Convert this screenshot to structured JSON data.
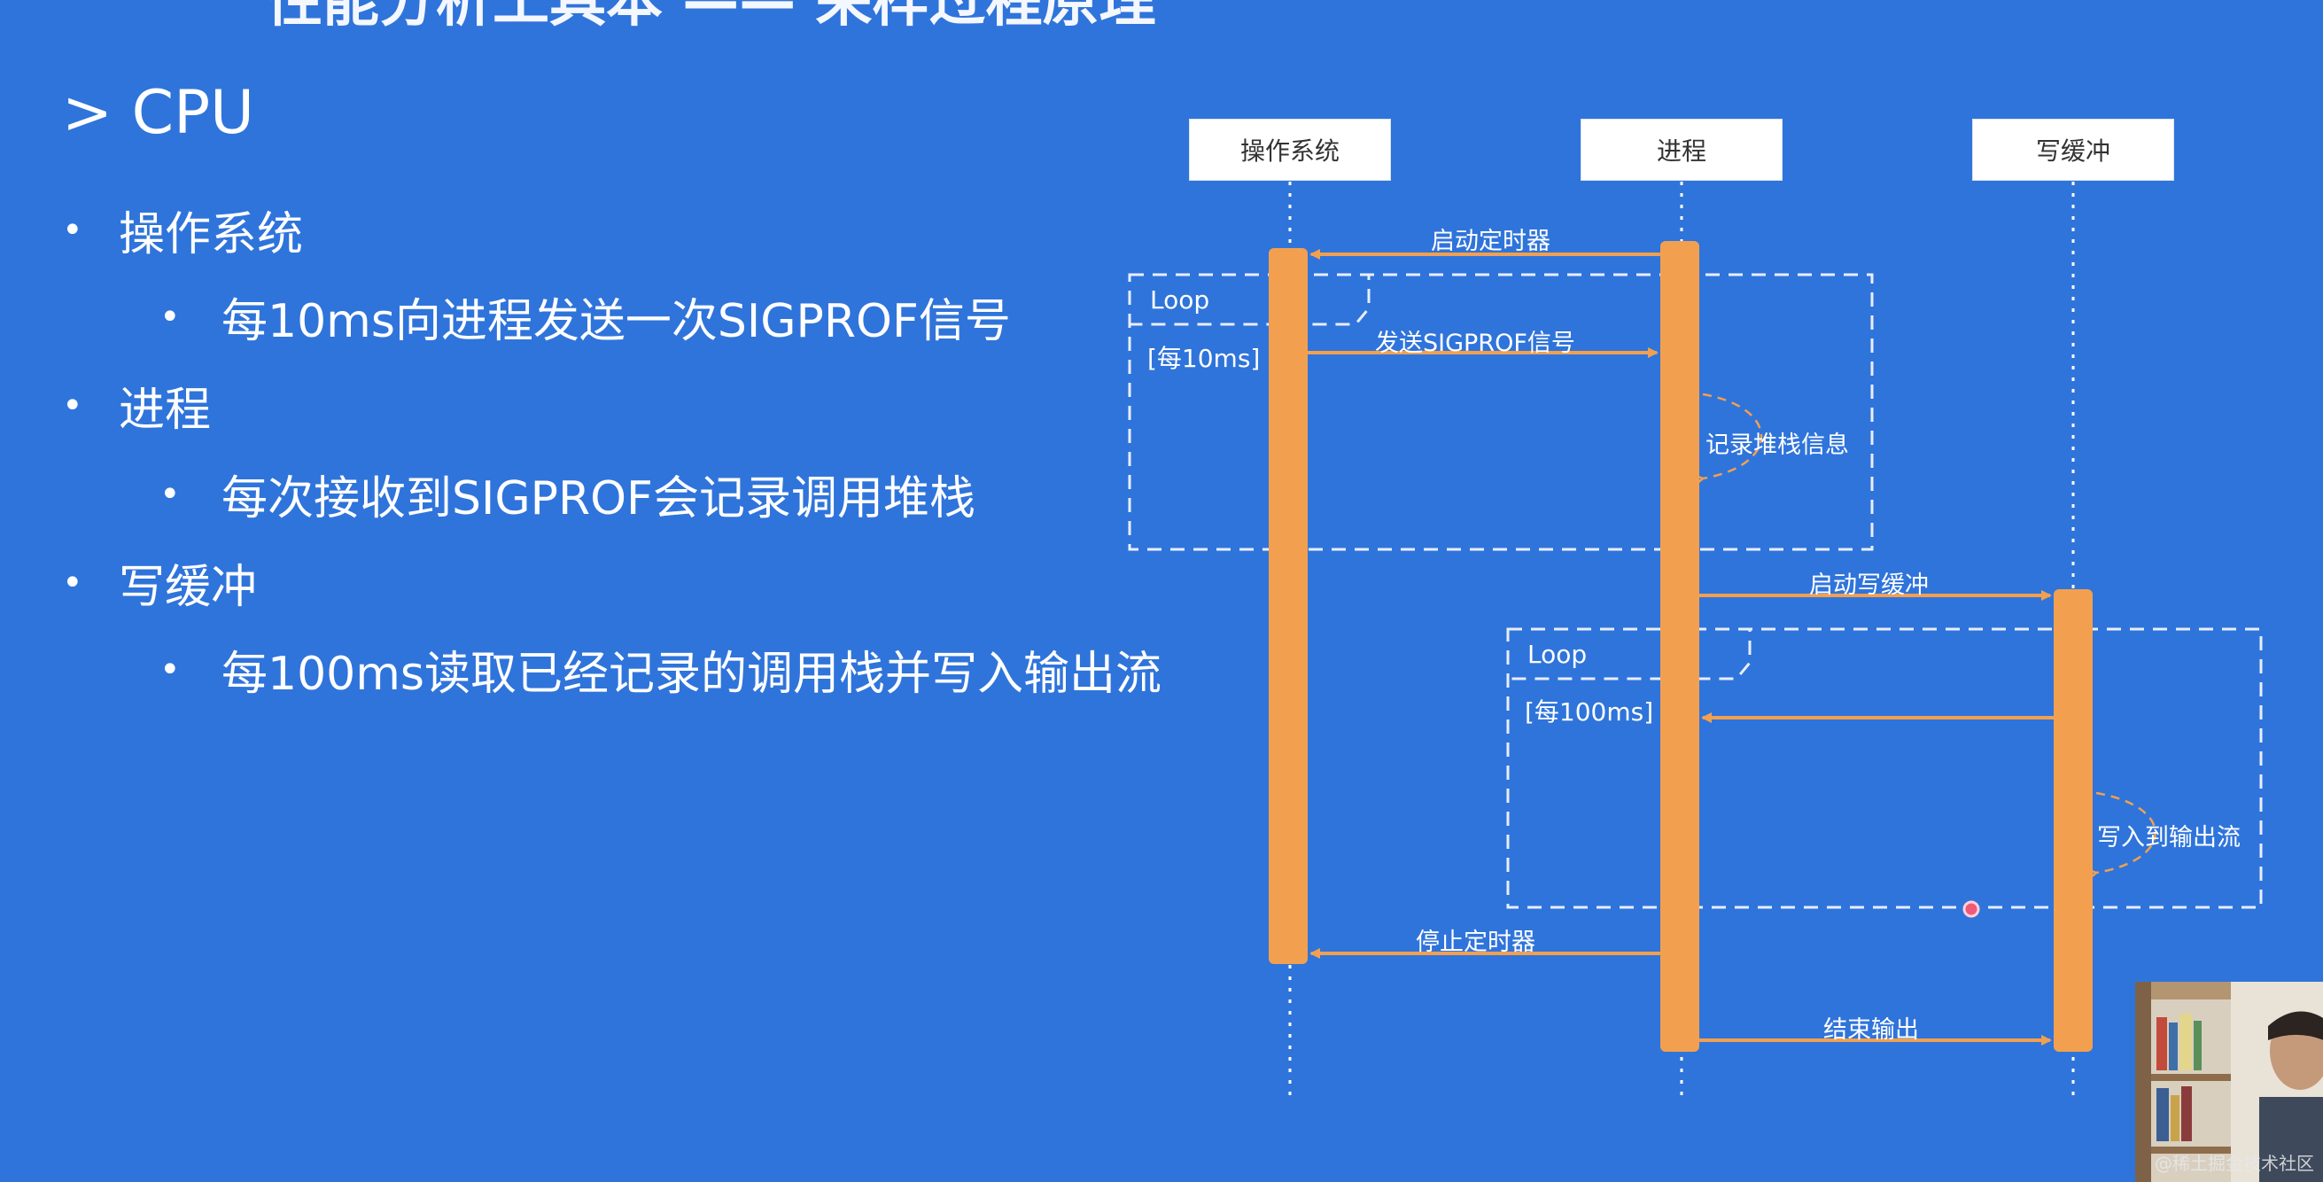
{
  "slide": {
    "title_fragment": "性能分析工具本 —— 采样过程原理",
    "section_heading": "> CPU"
  },
  "bullets": [
    {
      "level": 1,
      "text": "操作系统"
    },
    {
      "level": 2,
      "text": "每10ms向进程发送一次SIGPROF信号"
    },
    {
      "level": 1,
      "text": "进程"
    },
    {
      "level": 2,
      "text": "每次接收到SIGPROF会记录调用堆栈"
    },
    {
      "level": 1,
      "text": "写缓冲"
    },
    {
      "level": 2,
      "text": "每100ms读取已经记录的调用栈并写入输出流"
    }
  ],
  "sequence": {
    "participants": [
      "操作系统",
      "进程",
      "写缓冲"
    ],
    "messages": {
      "start_timer": "启动定时器",
      "send_signal": "发送SIGPROF信号",
      "record_stack": "记录堆栈信息",
      "start_buffer": "启动写缓冲",
      "write_output": "写入到输出流",
      "stop_timer": "停止定时器",
      "end_output": "结束输出"
    },
    "loops": [
      {
        "tag": "Loop",
        "guard": "[每10ms]"
      },
      {
        "tag": "Loop",
        "guard": "[每100ms]"
      }
    ]
  },
  "colors": {
    "background": "#2f74db",
    "activation": "#f2a04f",
    "arrow": "#f2a04f",
    "participant_box": "#ffffff"
  },
  "webcam": {
    "watermark": "@稀土掘金技术社区"
  }
}
